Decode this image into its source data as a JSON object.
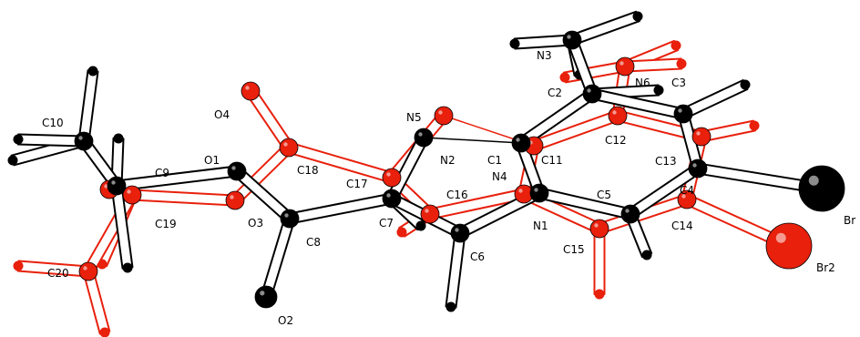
{
  "colors": {
    "molecule_a": "#000000",
    "molecule_b": "#e8200c",
    "bond_fill": "#ffffff",
    "background": "#ffffff"
  },
  "labels": {
    "C10": "C10",
    "C9": "C9",
    "C19": "C19",
    "C20": "C20",
    "O1": "O1",
    "O3": "O3",
    "O4": "O4",
    "O2": "O2",
    "C18": "C18",
    "C8": "C8",
    "C17": "C17",
    "C7": "C7",
    "N5": "N5",
    "N2": "N2",
    "C1": "C1",
    "N4": "N4",
    "C16": "C16",
    "C6": "C6",
    "N1": "N1",
    "C11": "C11",
    "C12": "C12",
    "C2": "C2",
    "N3": "N3",
    "N6": "N6",
    "C3": "C3",
    "C13": "C13",
    "C4": "C4",
    "C5": "C5",
    "C14": "C14",
    "C15": "C15",
    "Br": "Br",
    "Br2": "Br2"
  }
}
